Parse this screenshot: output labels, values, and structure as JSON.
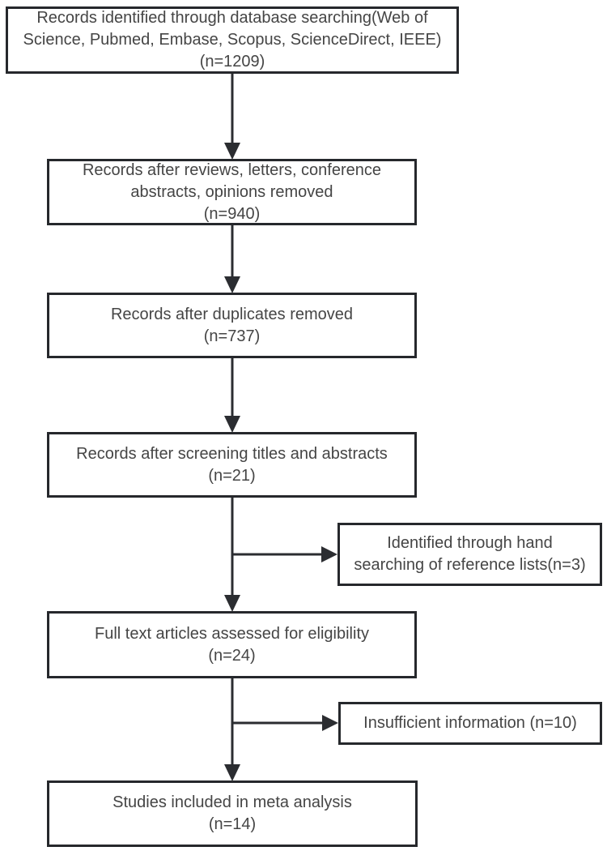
{
  "diagram": {
    "type": "prisma-flowchart",
    "boxes": [
      {
        "name": "records-identified",
        "lines": [
          "Records identified through database searching(Web of",
          "Science, Pubmed, Embase, Scopus, ScienceDirect, IEEE)",
          "(n=1209)"
        ]
      },
      {
        "name": "records-after-reviews-removed",
        "lines": [
          "Records after reviews, letters, conference",
          "abstracts, opinions removed",
          "(n=940)"
        ]
      },
      {
        "name": "records-after-duplicates-removed",
        "lines": [
          "Records after duplicates removed",
          "(n=737)"
        ]
      },
      {
        "name": "records-after-screening",
        "lines": [
          "Records after screening titles and abstracts",
          "(n=21)"
        ]
      },
      {
        "name": "full-text-assessed",
        "lines": [
          "Full text articles assessed for eligibility",
          "(n=24)"
        ]
      },
      {
        "name": "studies-included",
        "lines": [
          "Studies included in meta analysis",
          "(n=14)"
        ]
      }
    ],
    "side_boxes": [
      {
        "name": "hand-searching",
        "lines": [
          "Identified through hand",
          "searching of reference lists(n=3)"
        ]
      },
      {
        "name": "insufficient-information",
        "lines": [
          "Insufficient information (n=10)"
        ]
      }
    ],
    "counts": {
      "identified": 1209,
      "after_reviews_letters_removed": 940,
      "after_duplicates_removed": 737,
      "after_title_abstract_screening": 21,
      "hand_searched_references": 3,
      "full_text_assessed": 24,
      "insufficient_information_excluded": 10,
      "included_in_meta_analysis": 14
    },
    "colors": {
      "border": "#26282c",
      "arrow": "#2b2d31",
      "text": "#454545",
      "background": "#ffffff"
    }
  }
}
